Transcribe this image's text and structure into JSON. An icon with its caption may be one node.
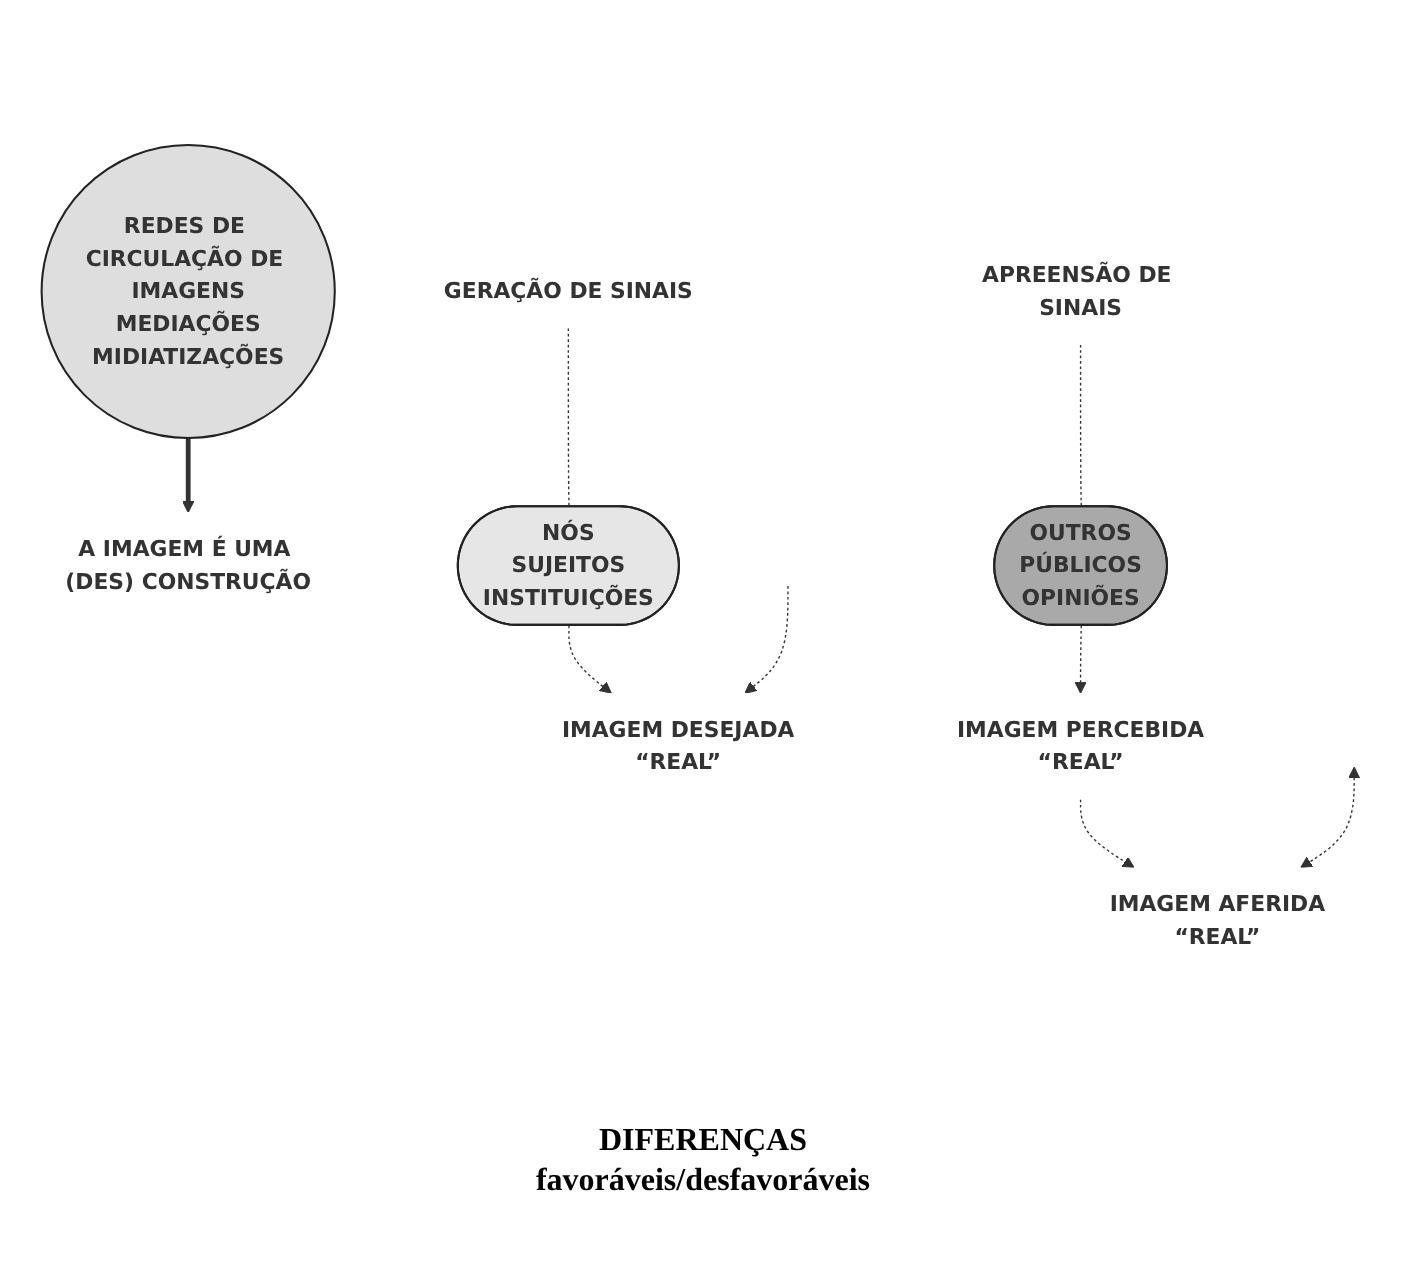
{
  "diagram": {
    "nodes": [
      {
        "text": [
          "A IMAGEM É UMA (DES) CONSTRUÇÃO"
        ]
      },
      {
        "text": [
          "GERAÇÃO DE SINAIS"
        ]
      },
      {
        "text": [
          "APREENSÃO DE SINAIS"
        ]
      },
      {
        "text": [
          "NÓS",
          "SUJEITOS",
          "INSTITUIÇÕES"
        ]
      },
      {
        "text": [
          "REDES DE CIRCULAÇÃO DE IMAGENS",
          "MEDIAÇÕES",
          "MIDIATIZAÇÕES"
        ]
      },
      {
        "text": [
          "OUTROS",
          "PÚBLICOS",
          "OPINIÕES"
        ]
      },
      {
        "text": [
          "IMAGEM DESEJADA",
          "“REAL”"
        ]
      },
      {
        "text": [
          "IMAGEM PERCEBIDA",
          "“REAL”"
        ]
      },
      {
        "text": [
          "IMAGEM AFERIDA",
          "“REAL”"
        ]
      }
    ],
    "edges": [
      {
        "from": 4,
        "to": 0,
        "arrow": "to",
        "style": "thick"
      },
      {
        "from": 1,
        "to": 3,
        "arrow": "none",
        "style": "dashed"
      },
      {
        "from": 2,
        "to": 5,
        "arrow": "none",
        "style": "dashed"
      },
      {
        "from": 3,
        "to": 6,
        "arrow": "to",
        "style": "dashed"
      },
      {
        "from": 5,
        "to": 7,
        "arrow": "to",
        "style": "dashed"
      },
      {
        "from": 7,
        "to": 8,
        "arrow": "to",
        "style": "dashed"
      },
      {
        "from": null,
        "to": 6,
        "arrow": "to",
        "style": "dashed"
      },
      {
        "from": null,
        "to": 8,
        "arrow": "both",
        "style": "dashed"
      }
    ],
    "labels": [
      "DIFERENÇAS",
      "favoráveis/desfavoráveis"
    ]
  }
}
